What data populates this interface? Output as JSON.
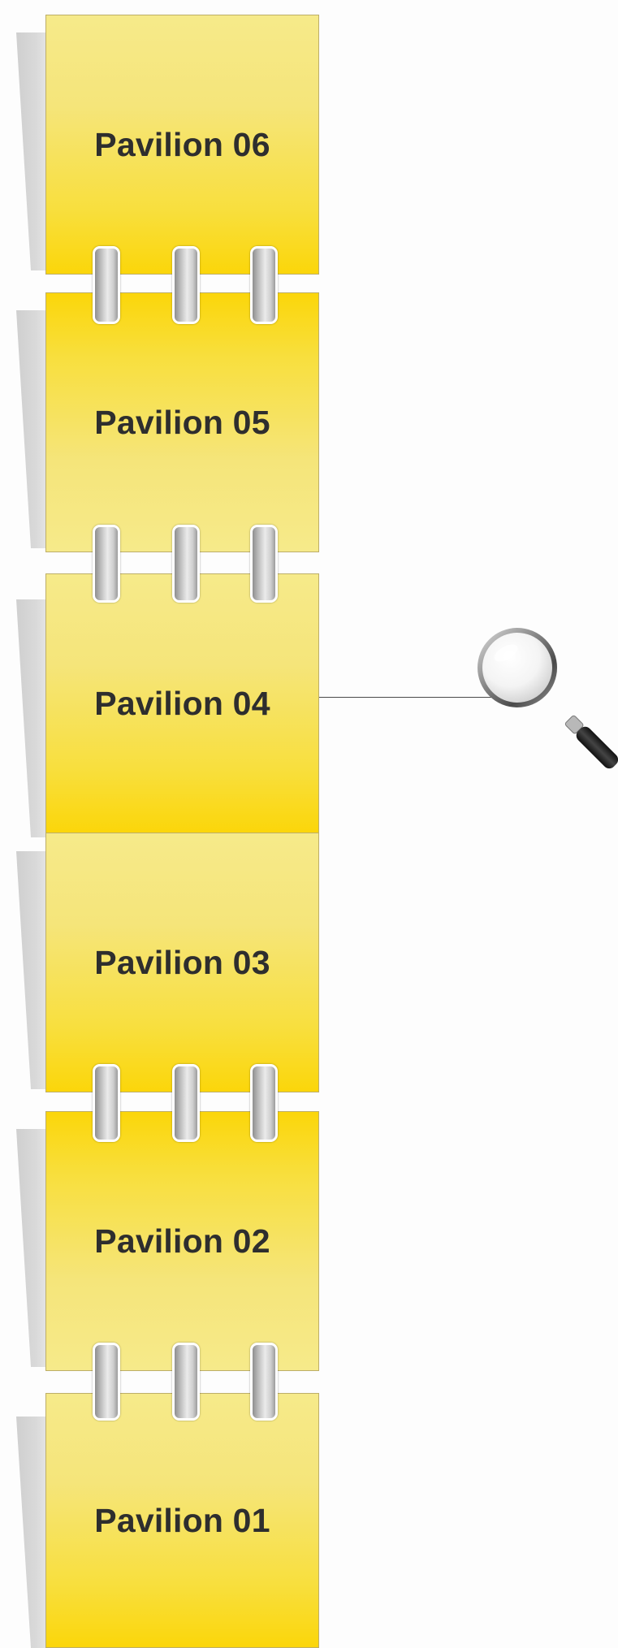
{
  "cards": [
    {
      "label": "Pavilion 06"
    },
    {
      "label": "Pavilion 05"
    },
    {
      "label": "Pavilion 04"
    },
    {
      "label": "Pavilion 03"
    },
    {
      "label": "Pavilion 02"
    },
    {
      "label": "Pavilion 01"
    }
  ],
  "highlighted_card": "Pavilion 04",
  "icons": {
    "connector": "magnifier-icon"
  },
  "colors": {
    "card_light": "#f6ea8a",
    "card_dark": "#fbd60a",
    "text": "#2e2e2e",
    "line": "#4a4a4a"
  }
}
